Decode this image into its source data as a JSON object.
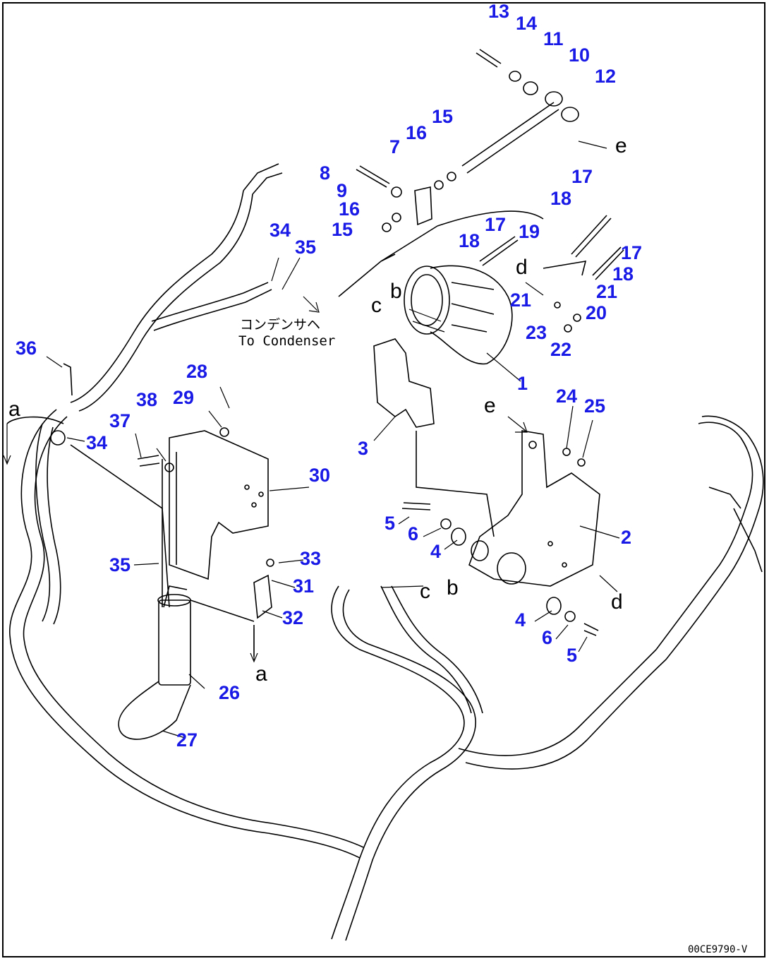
{
  "callouts": [
    {
      "n": "1"
    },
    {
      "n": "2"
    },
    {
      "n": "3"
    },
    {
      "n": "4"
    },
    {
      "n": "4"
    },
    {
      "n": "5"
    },
    {
      "n": "5"
    },
    {
      "n": "6"
    },
    {
      "n": "6"
    },
    {
      "n": "7"
    },
    {
      "n": "8"
    },
    {
      "n": "9"
    },
    {
      "n": "10"
    },
    {
      "n": "11"
    },
    {
      "n": "12"
    },
    {
      "n": "13"
    },
    {
      "n": "14"
    },
    {
      "n": "15"
    },
    {
      "n": "15"
    },
    {
      "n": "16"
    },
    {
      "n": "16"
    },
    {
      "n": "17"
    },
    {
      "n": "17"
    },
    {
      "n": "17"
    },
    {
      "n": "18"
    },
    {
      "n": "18"
    },
    {
      "n": "18"
    },
    {
      "n": "19"
    },
    {
      "n": "20"
    },
    {
      "n": "21"
    },
    {
      "n": "21"
    },
    {
      "n": "22"
    },
    {
      "n": "23"
    },
    {
      "n": "24"
    },
    {
      "n": "25"
    },
    {
      "n": "26"
    },
    {
      "n": "27"
    },
    {
      "n": "28"
    },
    {
      "n": "29"
    },
    {
      "n": "30"
    },
    {
      "n": "31"
    },
    {
      "n": "32"
    },
    {
      "n": "33"
    },
    {
      "n": "34"
    },
    {
      "n": "34"
    },
    {
      "n": "35"
    },
    {
      "n": "35"
    },
    {
      "n": "36"
    },
    {
      "n": "37"
    },
    {
      "n": "38"
    }
  ],
  "refs": [
    "a",
    "a",
    "b",
    "b",
    "c",
    "c",
    "d",
    "d",
    "e",
    "e"
  ],
  "note": {
    "jp": "コンデンサヘ",
    "en": "To Condenser"
  },
  "doc_id": "00CE9790-V",
  "colors": {
    "callout": "#1a1ae6",
    "line": "#000000",
    "background": "#ffffff"
  }
}
